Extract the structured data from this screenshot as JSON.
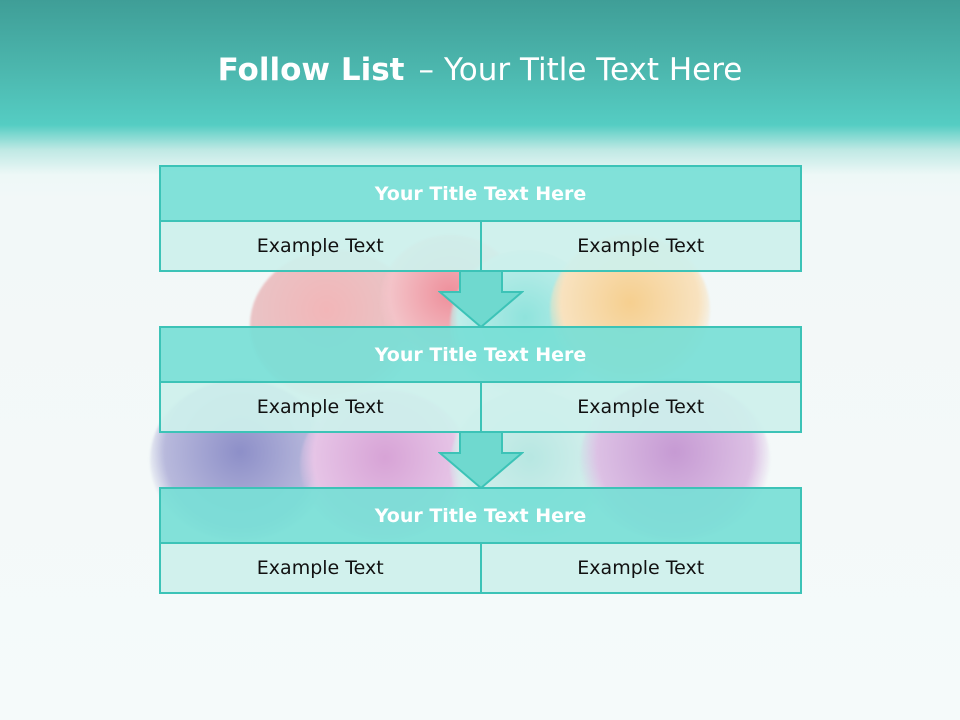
{
  "slide": {
    "title_bold": "Follow List",
    "title_dash": "–",
    "title_rest": "Your Title Text Here"
  },
  "blocks": [
    {
      "title": "Your Title Text Here",
      "cells": [
        "Example Text",
        "Example Text"
      ]
    },
    {
      "title": "Your Title Text Here",
      "cells": [
        "Example Text",
        "Example Text"
      ]
    },
    {
      "title": "Your Title Text Here",
      "cells": [
        "Example Text",
        "Example Text"
      ]
    }
  ],
  "colors": {
    "header_band": "#4cb7ae",
    "block_title_fill": "#78dfd6",
    "block_cell_fill": "#cdf0ec",
    "border": "#3cc3b7",
    "arrow_fill": "#6fd9cf"
  },
  "icons": [
    "down-arrow-icon",
    "down-arrow-icon"
  ]
}
